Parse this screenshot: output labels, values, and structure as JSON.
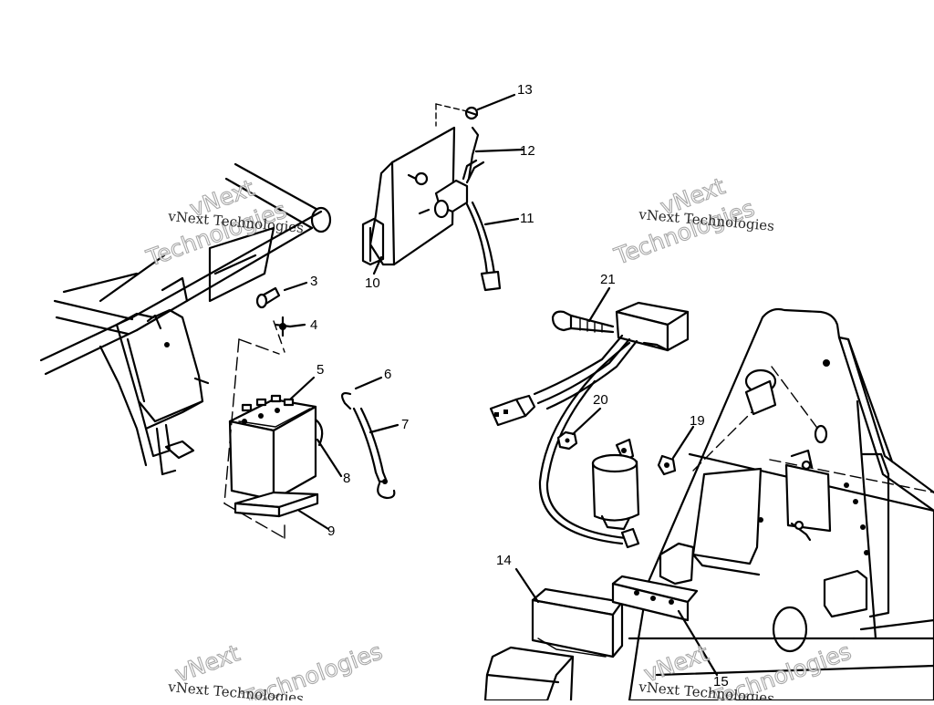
{
  "watermark": {
    "small": "vNext Technologies",
    "big_top": "vNext",
    "big_bottom": "Technologies"
  },
  "callouts": {
    "c3": "3",
    "c4": "4",
    "c5": "5",
    "c6": "6",
    "c7": "7",
    "c8": "8",
    "c9": "9",
    "c10": "10",
    "c11": "11",
    "c12": "12",
    "c13": "13",
    "c14": "14",
    "c15": "15",
    "c19": "19",
    "c20": "20",
    "c21": "21"
  }
}
